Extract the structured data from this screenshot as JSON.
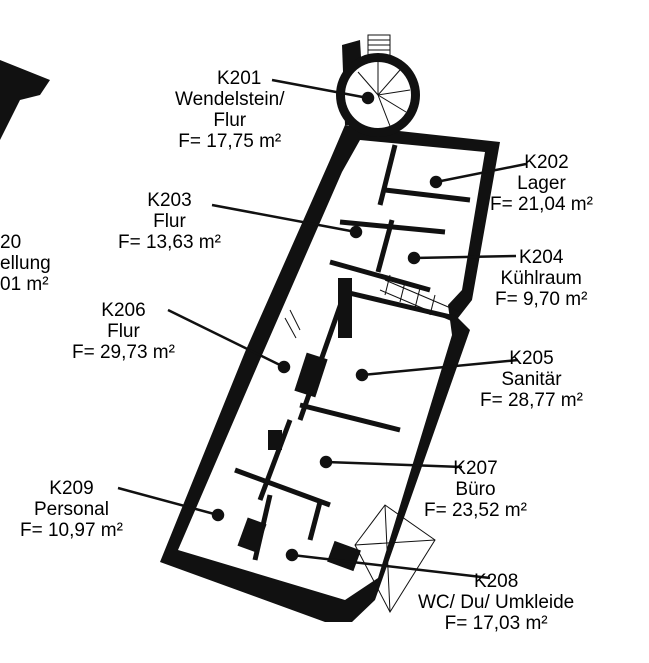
{
  "rooms": [
    {
      "id": "K201",
      "name": "Wendelstein/",
      "name2": "Flur",
      "area": "F= 17,75 m²"
    },
    {
      "id": "K202",
      "name": "Lager",
      "area": "F= 21,04 m²"
    },
    {
      "id": "K203",
      "name": "Flur",
      "area": "F= 13,63 m²"
    },
    {
      "id": "K204",
      "name": "Kühlraum",
      "area": "F= 9,70 m²"
    },
    {
      "id": "K205",
      "name": "Sanitär",
      "area": "F= 28,77 m²"
    },
    {
      "id": "K206",
      "name": "Flur",
      "area": "F= 29,73 m²"
    },
    {
      "id": "K207",
      "name": "Büro",
      "area": "F= 23,52 m²"
    },
    {
      "id": "K208",
      "name": "WC/ Du/ Umkleide",
      "area": "F= 17,03 m²"
    },
    {
      "id": "K209",
      "name": "Personal",
      "area": "F= 10,97 m²"
    }
  ],
  "cut_off_label": {
    "id": "20",
    "name": "ellung",
    "area": "01 m²"
  }
}
